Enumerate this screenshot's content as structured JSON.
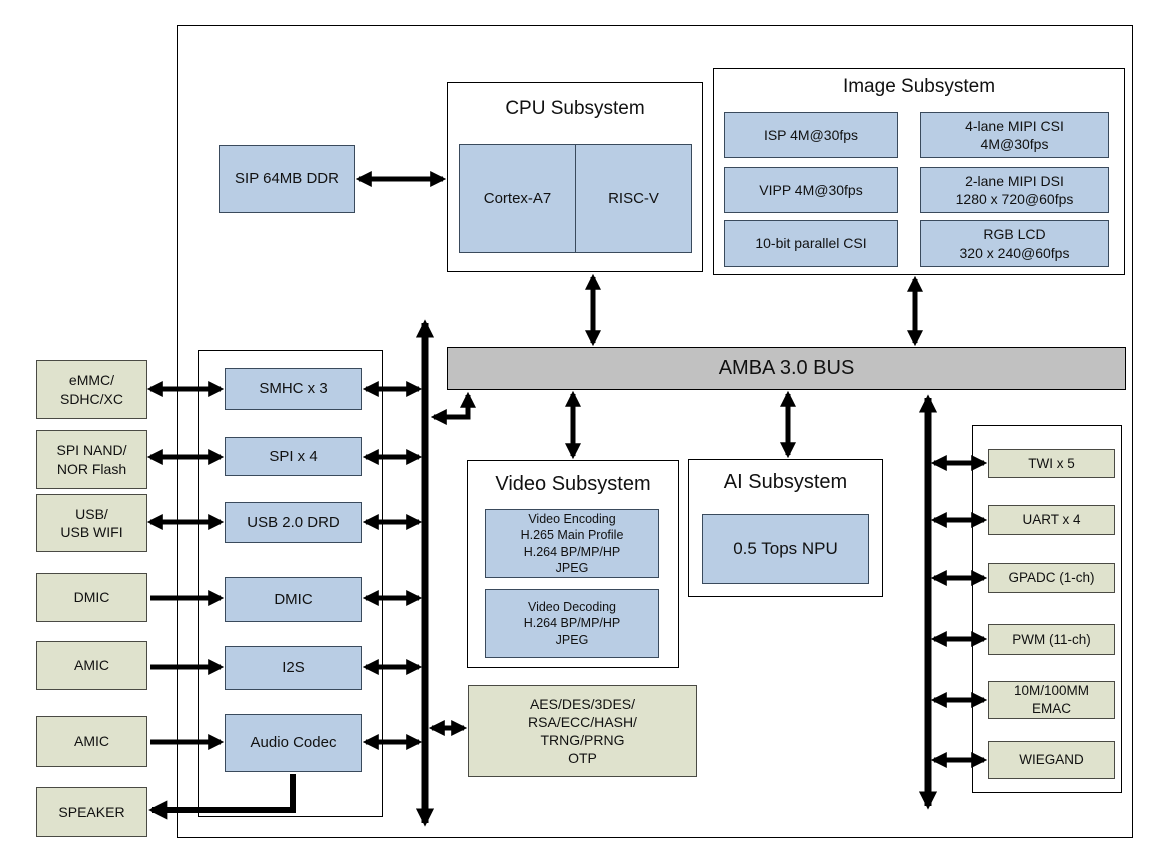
{
  "colors": {
    "block_blue": "#b9cde4",
    "block_green": "#dfe2cd",
    "bus_gray": "#c1c1c1"
  },
  "memory": {
    "label": "SIP 64MB DDR"
  },
  "cpu": {
    "title": "CPU Subsystem",
    "cores": [
      "Cortex-A7",
      "RISC-V"
    ]
  },
  "image": {
    "title": "Image Subsystem",
    "left": [
      "ISP 4M@30fps",
      "VIPP 4M@30fps",
      "10-bit parallel CSI"
    ],
    "right": [
      "4-lane MIPI CSI\n4M@30fps",
      "2-lane MIPI DSI\n1280 x 720@60fps",
      "RGB LCD\n320 x 240@60fps"
    ]
  },
  "bus": {
    "label": "AMBA 3.0 BUS"
  },
  "left_io": {
    "items": [
      "eMMC/\nSDHC/XC",
      "SPI NAND/\nNOR Flash",
      "USB/\nUSB WIFI",
      "DMIC",
      "AMIC",
      "AMIC",
      "SPEAKER"
    ]
  },
  "controllers": {
    "items": [
      "SMHC x 3",
      "SPI x 4",
      "USB 2.0 DRD",
      "DMIC",
      "I2S",
      "Audio Codec"
    ]
  },
  "video": {
    "title": "Video Subsystem",
    "blocks": [
      "Video Encoding\nH.265 Main Profile\nH.264 BP/MP/HP\nJPEG",
      "Video Decoding\nH.264 BP/MP/HP\nJPEG"
    ]
  },
  "ai": {
    "title": "AI Subsystem",
    "npu": "0.5 Tops NPU"
  },
  "security": {
    "label": "AES/DES/3DES/\nRSA/ECC/HASH/\nTRNG/PRNG\nOTP"
  },
  "right_io": {
    "items": [
      "TWI x 5",
      "UART x 4",
      "GPADC (1-ch)",
      "PWM (11-ch)",
      "10M/100MM\nEMAC",
      "WIEGAND"
    ]
  }
}
